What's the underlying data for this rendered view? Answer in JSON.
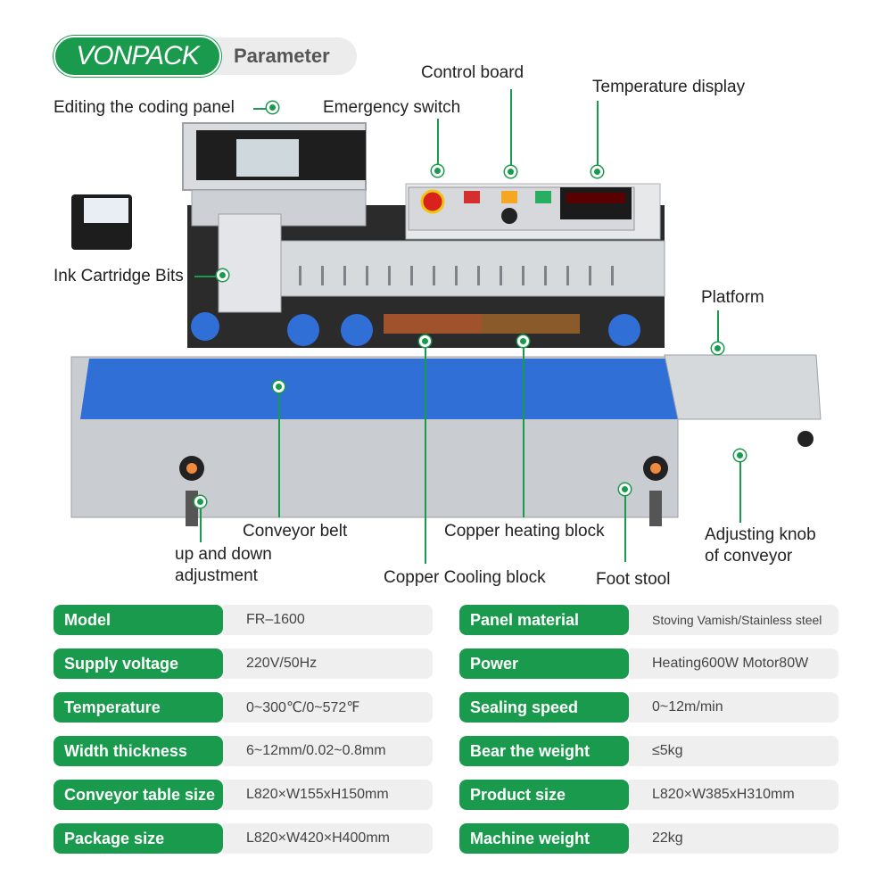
{
  "header": {
    "brand": "VONPACK",
    "title": "Parameter"
  },
  "labels": {
    "coding_panel": "Editing the coding panel",
    "emergency_switch": "Emergency switch",
    "control_board": "Control board",
    "temperature_display": "Temperature display",
    "ink_cartridge": "Ink Cartridge Bits",
    "platform": "Platform",
    "conveyor_belt": "Conveyor belt",
    "up_down_line1": "up and down",
    "up_down_line2": "adjustment",
    "copper_heating": "Copper heating block",
    "copper_cooling": "Copper Cooling block",
    "foot_stool": "Foot stool",
    "adjusting_line1": "Adjusting knob",
    "adjusting_line2": "of conveyor"
  },
  "colors": {
    "accent": "#1a9a4c",
    "belt": "#2f6fd6",
    "steel": "#c9ccd1"
  },
  "specs_left": [
    {
      "key": "Model",
      "value": "FR–1600"
    },
    {
      "key": "Supply voltage",
      "value": "220V/50Hz"
    },
    {
      "key": "Temperature",
      "value": "0~300℃/0~572℉"
    },
    {
      "key": "Width thickness",
      "value": "6~12mm/0.02~0.8mm"
    },
    {
      "key": "Conveyor table size",
      "value": "L820×W155xH150mm"
    },
    {
      "key": "Package size",
      "value": "L820×W420×H400mm"
    }
  ],
  "specs_right": [
    {
      "key": "Panel material",
      "value": "Stoving Vamish/Stainless steel"
    },
    {
      "key": "Power",
      "value": "Heating600W  Motor80W"
    },
    {
      "key": "Sealing speed",
      "value": "0~12m/min"
    },
    {
      "key": "Bear the weight",
      "value": "≤5kg"
    },
    {
      "key": "Product size",
      "value": "L820×W385xH310mm"
    },
    {
      "key": "Machine weight",
      "value": "22kg"
    }
  ]
}
